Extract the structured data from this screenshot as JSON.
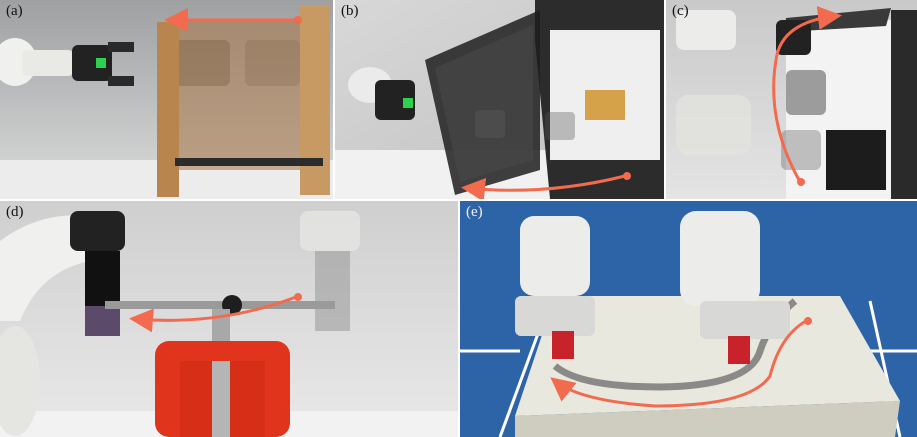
{
  "figure": {
    "panels": [
      {
        "id": "a",
        "label": "(a)"
      },
      {
        "id": "b",
        "label": "(b)"
      },
      {
        "id": "c",
        "label": "(c)"
      },
      {
        "id": "d",
        "label": "(d)"
      },
      {
        "id": "e",
        "label": "(e)"
      }
    ],
    "colors": {
      "trajectory_arrow": "#f26b4f",
      "gripper_dark": "#1f1f1f",
      "wood": "#b9854f",
      "vise": "#e0341c",
      "sim_floor": "#2d64a8",
      "sim_table": "#e9e8df",
      "sim_block": "#c8232b"
    }
  }
}
